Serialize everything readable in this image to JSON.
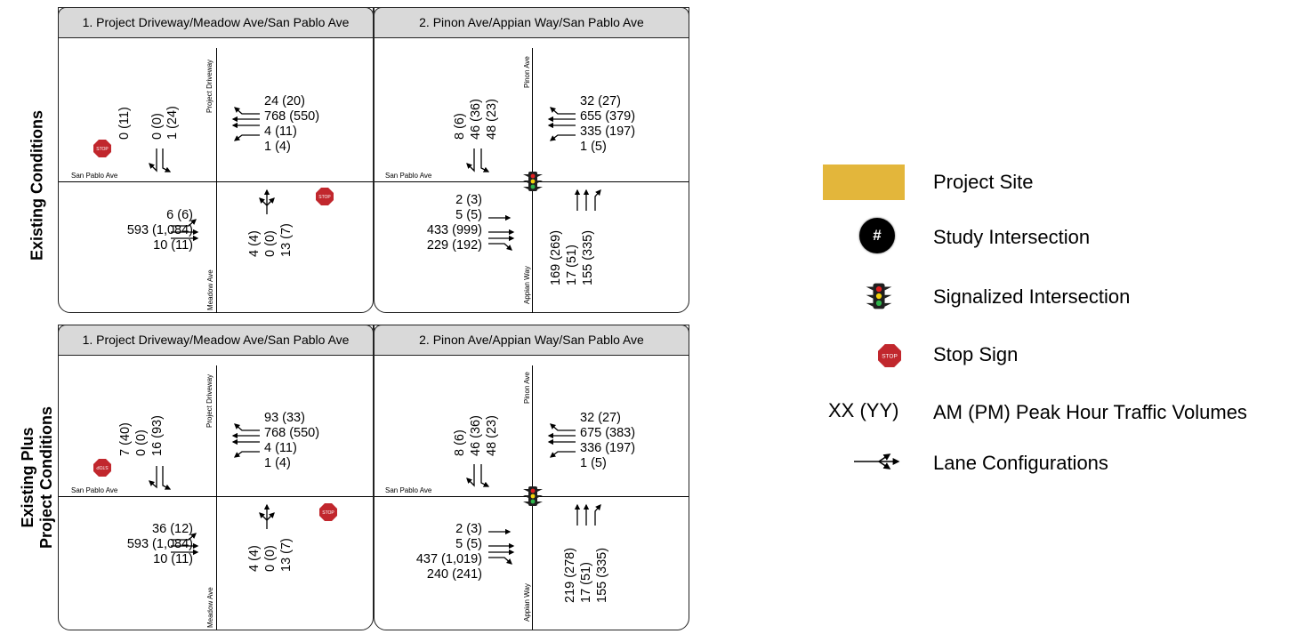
{
  "rows": [
    {
      "label_lines": [
        "Existing Conditions"
      ]
    },
    {
      "label_lines": [
        "Existing Plus",
        "Project Conditions"
      ]
    }
  ],
  "common": {
    "street_san_pablo": "San Pablo Ave",
    "street_project_driveway": "Project Driveway",
    "street_meadow": "Meadow Ave",
    "street_pinon": "Pinon Ave",
    "street_appian": "Appian Way",
    "stop_text": "STOP"
  },
  "panels": [
    {
      "title": "1. Project Driveway/Meadow Ave/San Pablo Ave",
      "nb_col": [
        "0 (11)",
        "0 (0)",
        "1 (24)"
      ],
      "east": [
        "24 (20)",
        "768 (550)",
        "4 (11)",
        "1 (4)"
      ],
      "west": [
        "6 (6)",
        "593 (1,084)",
        "10 (11)"
      ],
      "sb_col": [
        "4 (4)",
        "0 (0)",
        "13 (7)"
      ]
    },
    {
      "title": "2. Pinon Ave/Appian Way/San Pablo Ave",
      "nb_col": [
        "8 (6)",
        "46 (36)",
        "48 (23)"
      ],
      "east": [
        "32 (27)",
        "655 (379)",
        "335 (197)",
        "1 (5)"
      ],
      "west": [
        "2 (3)",
        "5 (5)",
        "433 (999)",
        "229 (192)"
      ],
      "sb_col": [
        "169 (269)",
        "17 (51)",
        "155 (335)"
      ]
    },
    {
      "title": "1. Project Driveway/Meadow Ave/San Pablo Ave",
      "nb_col": [
        "7 (40)",
        "0 (0)",
        "16 (93)"
      ],
      "east": [
        "93 (33)",
        "768 (550)",
        "4 (11)",
        "1 (4)"
      ],
      "west": [
        "36 (12)",
        "593 (1,084)",
        "10 (11)"
      ],
      "sb_col": [
        "4 (4)",
        "0 (0)",
        "13 (7)"
      ]
    },
    {
      "title": "2. Pinon Ave/Appian Way/San Pablo Ave",
      "nb_col": [
        "8 (6)",
        "46 (36)",
        "48 (23)"
      ],
      "east": [
        "32 (27)",
        "675 (383)",
        "336 (197)",
        "1 (5)"
      ],
      "west": [
        "2 (3)",
        "5 (5)",
        "437 (1,019)",
        "240 (241)"
      ],
      "sb_col": [
        "219 (278)",
        "17 (51)",
        "155 (335)"
      ]
    }
  ],
  "legend": {
    "project_site": "Project Site",
    "project_site_color": "#e3b63b",
    "study_intersection_symbol": "#",
    "study_intersection": "Study Intersection",
    "signalized_intersection": "Signalized Intersection",
    "stop_sign": "Stop Sign",
    "volume_format": "XX (YY)",
    "volume_description": "AM (PM) Peak Hour Traffic Volumes",
    "lane_configurations": "Lane Configurations"
  }
}
